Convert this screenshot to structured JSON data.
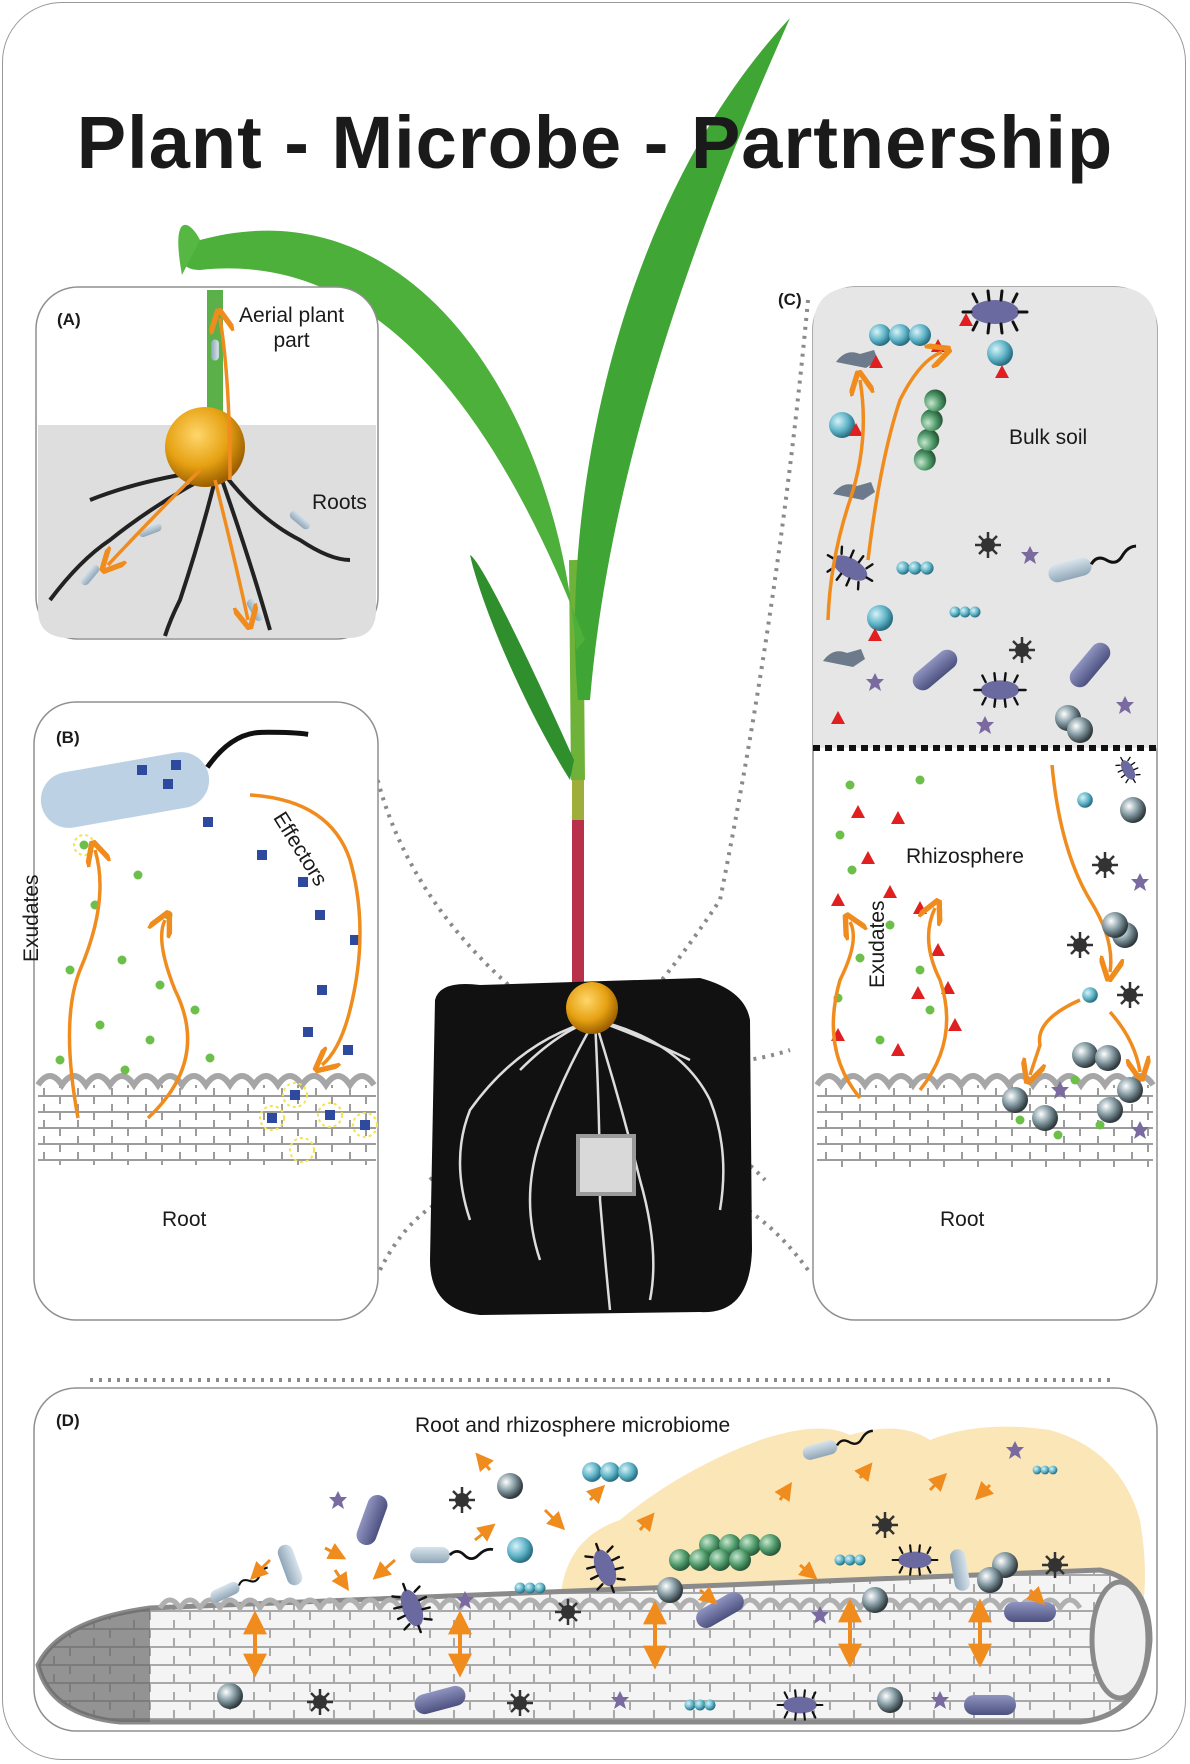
{
  "title": "Plant - Microbe - Partnership",
  "panels": {
    "a": {
      "letter": "(A)",
      "aerial_label": "Aerial plant part",
      "aerial_line1": "Aerial plant",
      "aerial_line2": "part",
      "roots_label": "Roots"
    },
    "b": {
      "letter": "(B)",
      "exudates_label": "Exudates",
      "effectors_label": "Effectors",
      "root_label": "Root"
    },
    "c": {
      "letter": "(C)",
      "bulk_soil_label": "Bulk soil",
      "rhizosphere_label": "Rhizosphere",
      "exudates_label": "Exudates",
      "root_label": "Root"
    },
    "d": {
      "letter": "(D)",
      "heading": "Root and rhizosphere microbiome"
    }
  },
  "colors": {
    "arrow": "#f08c1e",
    "leaf": "#3fa535",
    "soil": "#111111",
    "bulk_soil_bg": "#e6e6e6",
    "exudate_dot": "#6cc04a",
    "effector": "#2e4a9e",
    "signal_triangle": "#e02020",
    "bacteria_light": "#b9cfe0",
    "bacteria_dark": "#6a6f9a",
    "rhizosphere_halo": "#fbe6b8",
    "seed": "#e6a112"
  },
  "icons": [
    "seed-icon",
    "bacterium-icon",
    "flagellated-bacterium-icon",
    "spiky-microbe-icon",
    "coccus-chain-icon",
    "fungal-spore-icon",
    "exudate-dot-icon",
    "effector-square-icon",
    "signal-triangle-icon"
  ]
}
